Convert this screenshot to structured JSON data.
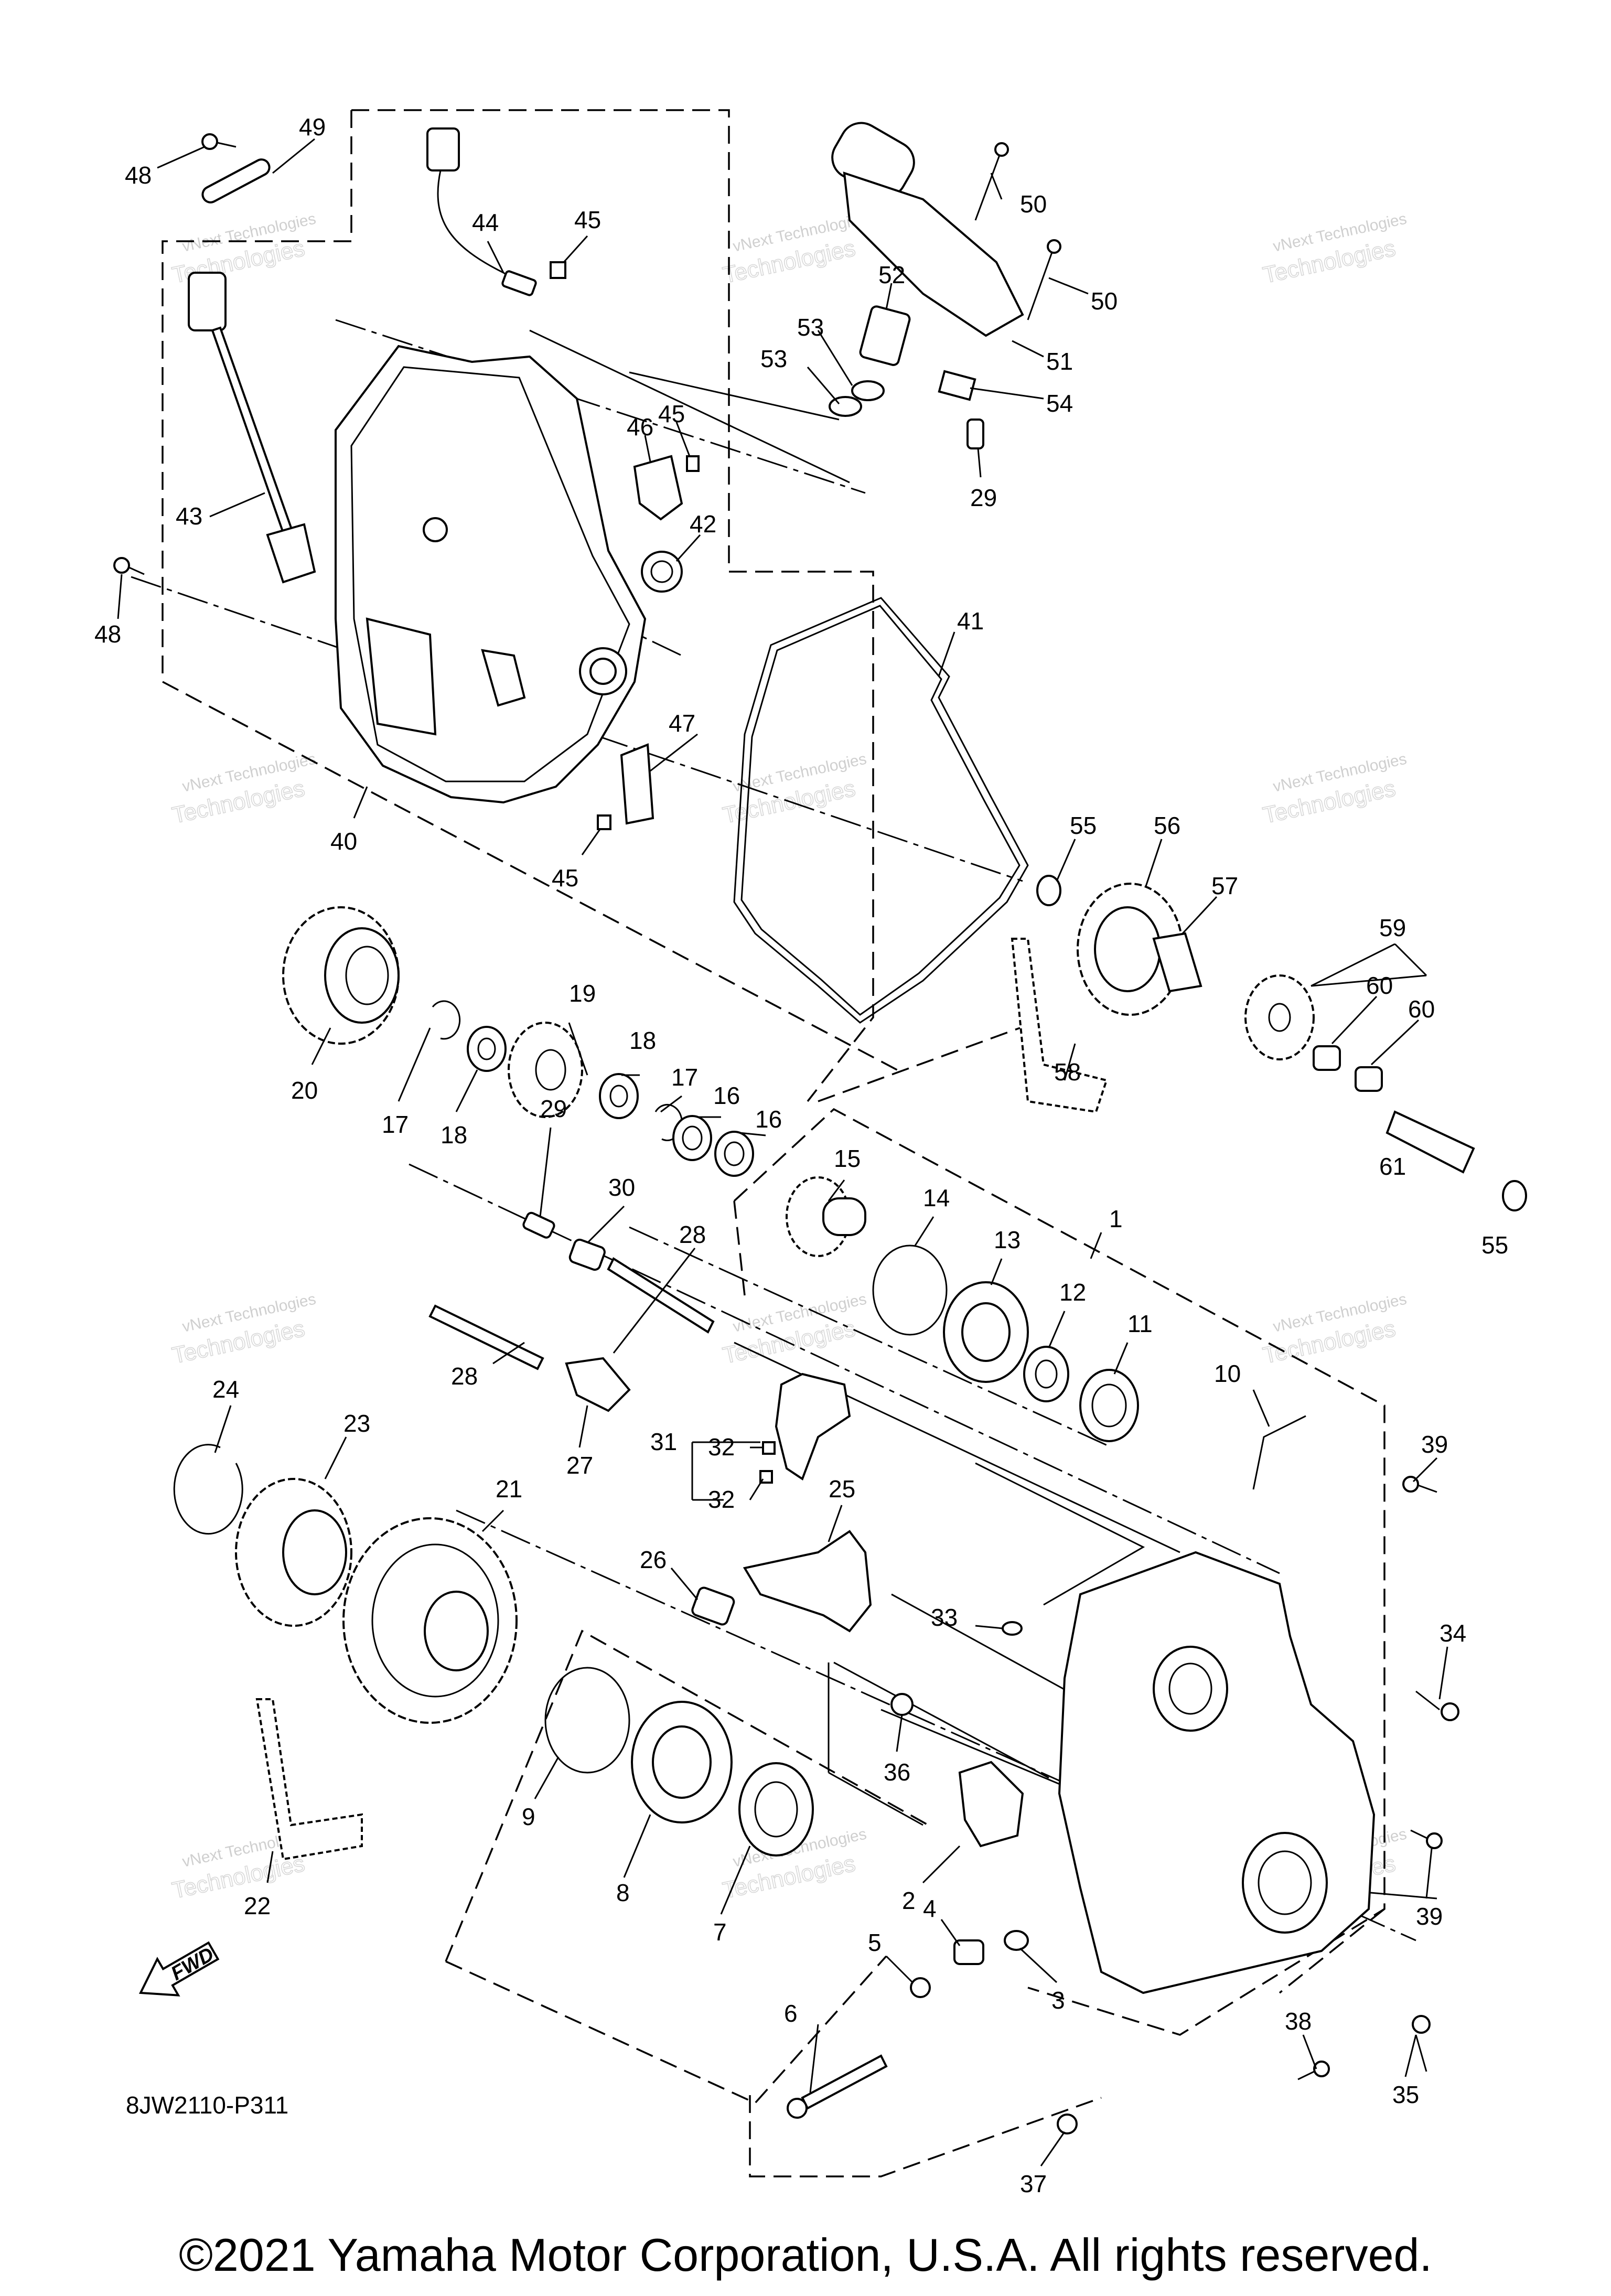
{
  "diagram": {
    "code": "8JW2110-P311",
    "copyright": "©2021 Yamaha Motor Corporation, U.S.A. All rights reserved.",
    "fwd": "FWD",
    "watermark": {
      "line1": "vNext Technologies",
      "line2": "Technologies"
    }
  },
  "labels": [
    {
      "id": "49",
      "t": "49"
    },
    {
      "id": "48a",
      "t": "48"
    },
    {
      "id": "44",
      "t": "44"
    },
    {
      "id": "45a",
      "t": "45"
    },
    {
      "id": "50a",
      "t": "50"
    },
    {
      "id": "50b",
      "t": "50"
    },
    {
      "id": "52",
      "t": "52"
    },
    {
      "id": "53a",
      "t": "53"
    },
    {
      "id": "53b",
      "t": "53"
    },
    {
      "id": "51",
      "t": "51"
    },
    {
      "id": "54",
      "t": "54"
    },
    {
      "id": "29a",
      "t": "29"
    },
    {
      "id": "46",
      "t": "46"
    },
    {
      "id": "45b",
      "t": "45"
    },
    {
      "id": "42",
      "t": "42"
    },
    {
      "id": "43",
      "t": "43"
    },
    {
      "id": "48b",
      "t": "48"
    },
    {
      "id": "41",
      "t": "41"
    },
    {
      "id": "47",
      "t": "47"
    },
    {
      "id": "40",
      "t": "40"
    },
    {
      "id": "45c",
      "t": "45"
    },
    {
      "id": "55a",
      "t": "55"
    },
    {
      "id": "56",
      "t": "56"
    },
    {
      "id": "57",
      "t": "57"
    },
    {
      "id": "59",
      "t": "59"
    },
    {
      "id": "60a",
      "t": "60"
    },
    {
      "id": "60b",
      "t": "60"
    },
    {
      "id": "20",
      "t": "20"
    },
    {
      "id": "17a",
      "t": "17"
    },
    {
      "id": "18a",
      "t": "18"
    },
    {
      "id": "19",
      "t": "19"
    },
    {
      "id": "18b",
      "t": "18"
    },
    {
      "id": "17b",
      "t": "17"
    },
    {
      "id": "16a",
      "t": "16"
    },
    {
      "id": "16b",
      "t": "16"
    },
    {
      "id": "29b",
      "t": "29"
    },
    {
      "id": "30",
      "t": "30"
    },
    {
      "id": "15",
      "t": "15"
    },
    {
      "id": "14",
      "t": "14"
    },
    {
      "id": "58",
      "t": "58"
    },
    {
      "id": "61",
      "t": "61"
    },
    {
      "id": "55b",
      "t": "55"
    },
    {
      "id": "1",
      "t": "1"
    },
    {
      "id": "28a",
      "t": "28"
    },
    {
      "id": "13",
      "t": "13"
    },
    {
      "id": "12",
      "t": "12"
    },
    {
      "id": "11",
      "t": "11"
    },
    {
      "id": "28b",
      "t": "28"
    },
    {
      "id": "27",
      "t": "27"
    },
    {
      "id": "10",
      "t": "10"
    },
    {
      "id": "39a",
      "t": "39"
    },
    {
      "id": "24",
      "t": "24"
    },
    {
      "id": "23",
      "t": "23"
    },
    {
      "id": "31",
      "t": "31"
    },
    {
      "id": "32a",
      "t": "32"
    },
    {
      "id": "32b",
      "t": "32"
    },
    {
      "id": "21",
      "t": "21"
    },
    {
      "id": "25",
      "t": "25"
    },
    {
      "id": "26",
      "t": "26"
    },
    {
      "id": "33",
      "t": "33"
    },
    {
      "id": "34",
      "t": "34"
    },
    {
      "id": "36",
      "t": "36"
    },
    {
      "id": "9",
      "t": "9"
    },
    {
      "id": "8",
      "t": "8"
    },
    {
      "id": "7",
      "t": "7"
    },
    {
      "id": "2",
      "t": "2"
    },
    {
      "id": "39b",
      "t": "39"
    },
    {
      "id": "4",
      "t": "4"
    },
    {
      "id": "5",
      "t": "5"
    },
    {
      "id": "3",
      "t": "3"
    },
    {
      "id": "22",
      "t": "22"
    },
    {
      "id": "6",
      "t": "6"
    },
    {
      "id": "38",
      "t": "38"
    },
    {
      "id": "37",
      "t": "37"
    },
    {
      "id": "35",
      "t": "35"
    }
  ]
}
